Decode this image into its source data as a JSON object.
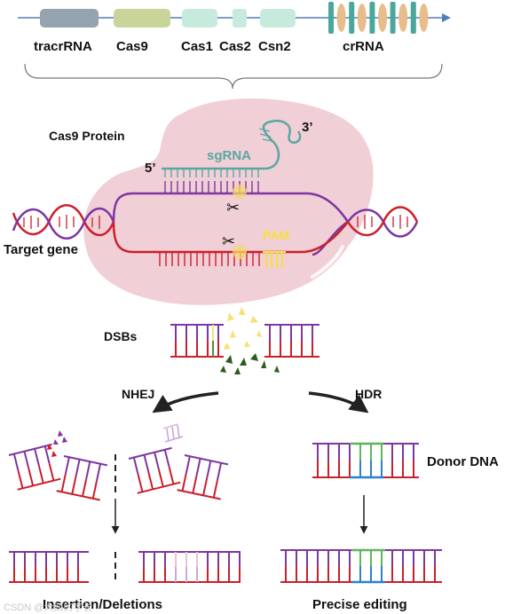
{
  "operon": {
    "genes": [
      {
        "label": "tracrRNA",
        "color": "#94a3ae"
      },
      {
        "label": "Cas9",
        "color": "#c9d49a"
      },
      {
        "label": "Cas1",
        "color": "#c6ebdc"
      },
      {
        "label": "Cas2",
        "color": "#c6ebdc"
      },
      {
        "label": "Csn2",
        "color": "#c6ebdc"
      }
    ],
    "crrna_label": "crRNA",
    "repeat_color": "#4aa79b",
    "spacer_color": "#e7bd8b"
  },
  "complex": {
    "protein_label": "Cas9 Protein",
    "sgrna_label": "sgRNA",
    "five_prime": "5’",
    "three_prime": "3’",
    "pam_label": "PAM",
    "target_label": "Target gene",
    "protein_color": "#f1cfd6",
    "sgrna_color": "#5aa7a2",
    "top_strand_color": "#7e36a1",
    "bottom_strand_color": "#cc1f2a",
    "pam_color": "#f5e042"
  },
  "dsb": {
    "label": "DSBs"
  },
  "pathways": {
    "nhej_label": "NHEJ",
    "hdr_label": "HDR",
    "donor_label": "Donor DNA",
    "indel_label": "Insertion/Deletions",
    "precise_label": "Precise editing",
    "donor_green": "#5fb55c",
    "donor_blue": "#2d7fcf"
  },
  "watermark": "CSDN @大四的学长"
}
